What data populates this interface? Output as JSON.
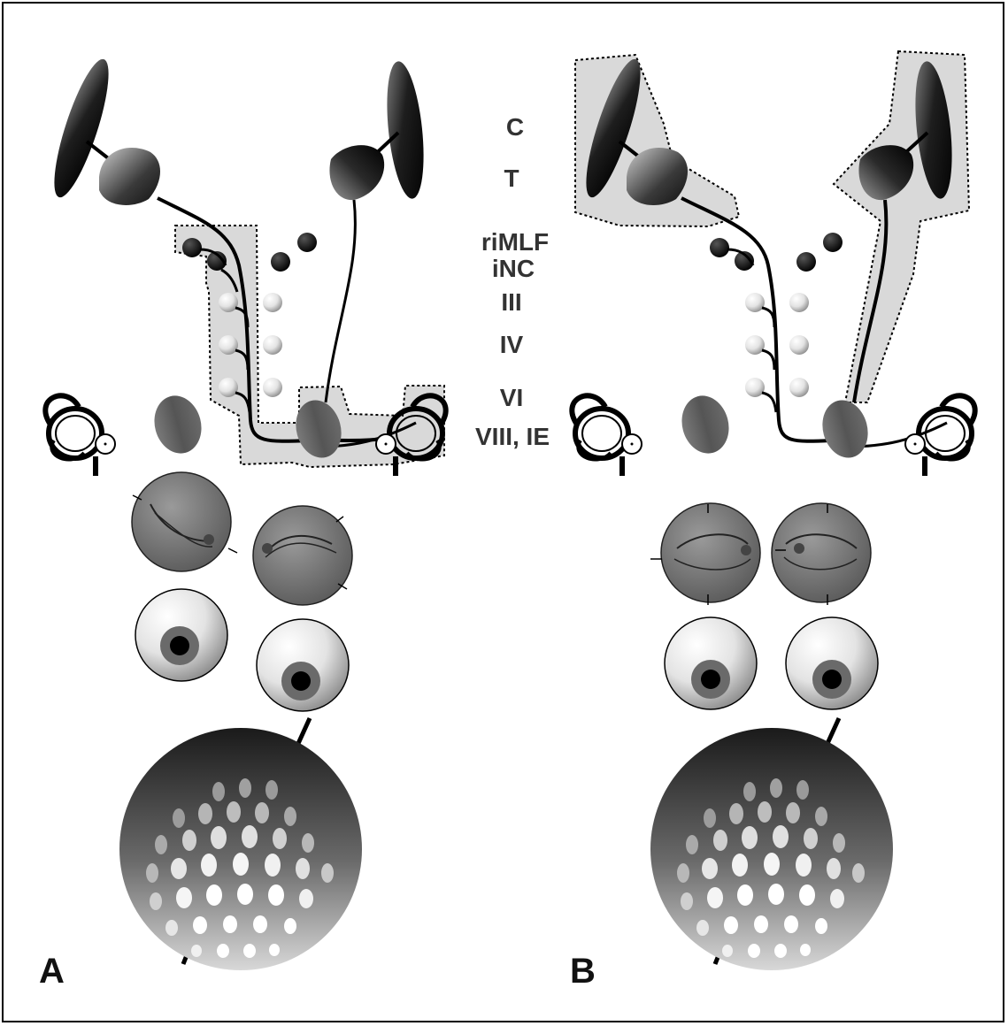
{
  "labels": {
    "c": "C",
    "t": "T",
    "rimlf": "riMLF",
    "inc": "iNC",
    "iii": "III",
    "iv": "IV",
    "vi": "VI",
    "viii": "VIII, IE"
  },
  "panels": {
    "a": "A",
    "b": "B"
  },
  "colors": {
    "background": "#ffffff",
    "highlight_fill": "#d6d6d6",
    "dark_structure": "#1a1a1a",
    "mid_gray": "#6e6e6e",
    "pathway_line": "#000000"
  }
}
